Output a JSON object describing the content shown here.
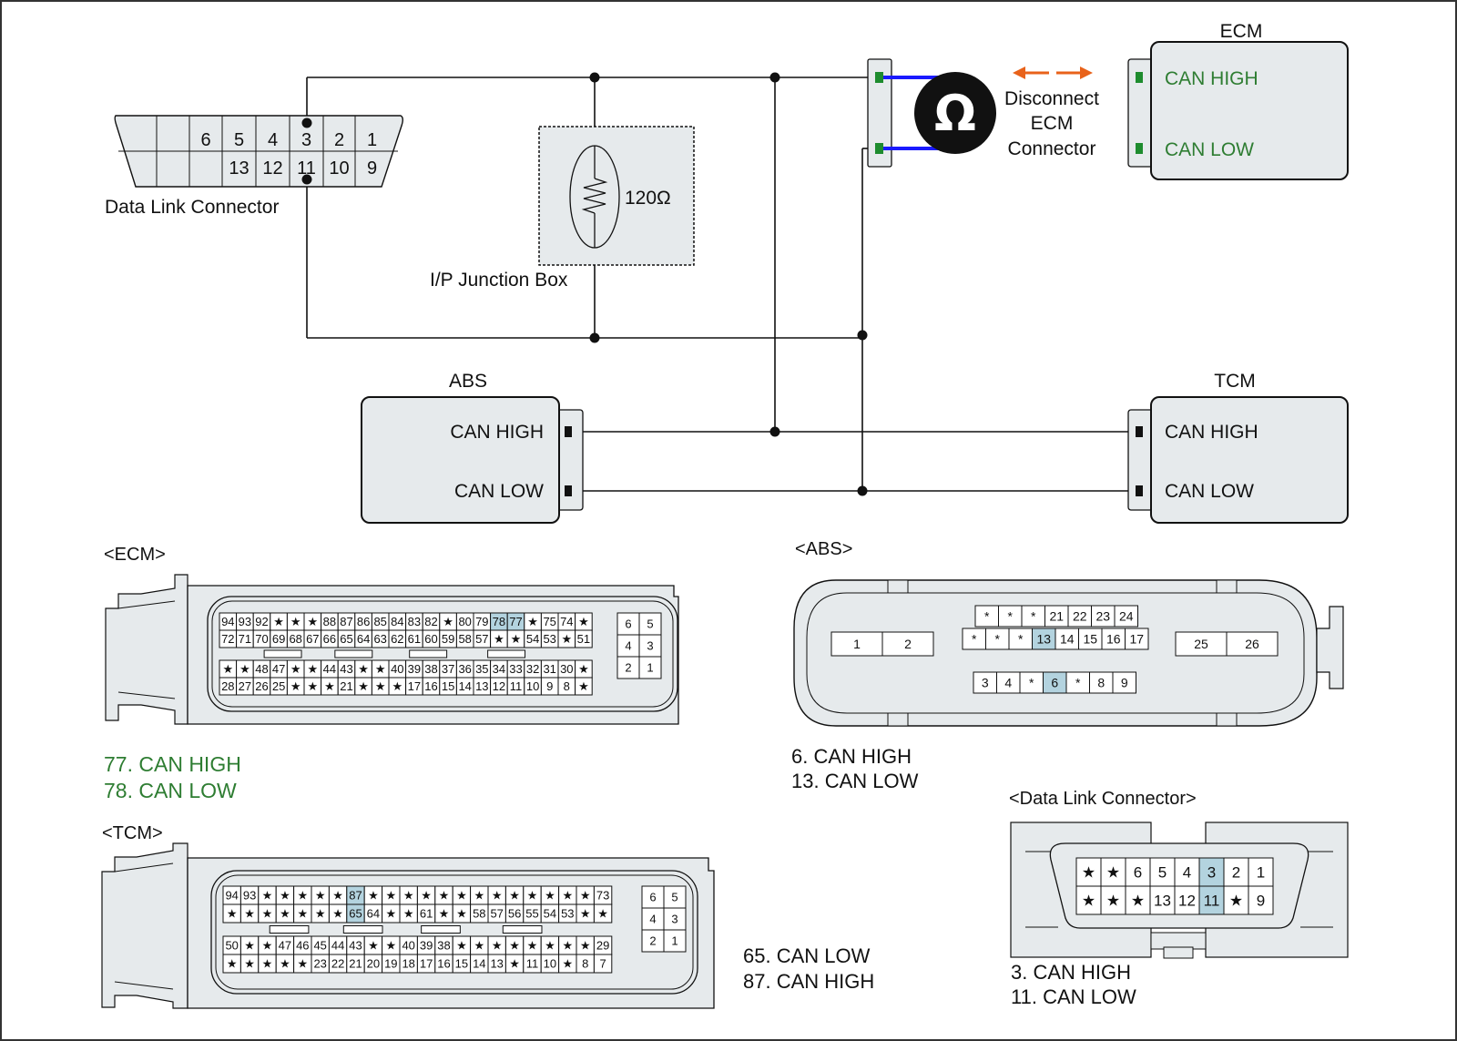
{
  "colors": {
    "component_fill": "#e6eaec",
    "connector_fill": "#e6eaec",
    "highlight_pin": "#b3d3df",
    "ecm_text_green": "#2e7d32",
    "wire_blue": "#1a1aff",
    "arrow_orange": "#e8621a",
    "terminal_green": "#1e8c2e",
    "wire": "#111111"
  },
  "schematic": {
    "dlc": {
      "label": "Data Link Connector",
      "top_pins": [
        "",
        "",
        "6",
        "5",
        "4",
        "3",
        "2",
        "1"
      ],
      "bottom_pins": [
        "",
        "",
        "",
        "13",
        "12",
        "11",
        "10",
        "9"
      ]
    },
    "junction_box": {
      "label": "I/P Junction Box",
      "resistor": "120Ω"
    },
    "ecm": {
      "title": "ECM",
      "can_high": "CAN HIGH",
      "can_low": "CAN LOW"
    },
    "meter": {
      "symbol": "Ω",
      "note": [
        "Disconnect",
        "ECM",
        "Connector"
      ]
    },
    "abs": {
      "title": "ABS",
      "can_high": "CAN HIGH",
      "can_low": "CAN LOW"
    },
    "tcm": {
      "title": "TCM",
      "can_high": "CAN HIGH",
      "can_low": "CAN LOW"
    }
  },
  "connectors": {
    "ecm": {
      "title": "<ECM>",
      "rows": [
        [
          "94",
          "93",
          "92",
          "★",
          "★",
          "★",
          "88",
          "87",
          "86",
          "85",
          "84",
          "83",
          "82",
          "★",
          "80",
          "79",
          "78",
          "77",
          "★",
          "75",
          "74",
          "★"
        ],
        [
          "72",
          "71",
          "70",
          "69",
          "68",
          "67",
          "66",
          "65",
          "64",
          "63",
          "62",
          "61",
          "60",
          "59",
          "58",
          "57",
          "★",
          "★",
          "54",
          "53",
          "★",
          "51"
        ],
        [
          "★",
          "★",
          "48",
          "47",
          "★",
          "★",
          "44",
          "43",
          "★",
          "★",
          "40",
          "39",
          "38",
          "37",
          "36",
          "35",
          "34",
          "33",
          "32",
          "31",
          "30",
          "★"
        ],
        [
          "28",
          "27",
          "26",
          "25",
          "★",
          "★",
          "★",
          "21",
          "★",
          "★",
          "★",
          "17",
          "16",
          "15",
          "14",
          "13",
          "12",
          "11",
          "10",
          "9",
          "8",
          "★"
        ]
      ],
      "highlight": [
        "78",
        "77"
      ],
      "side_pins": [
        [
          "6",
          "5"
        ],
        [
          "4",
          "3"
        ],
        [
          "2",
          "1"
        ]
      ],
      "legend": [
        "77. CAN HIGH",
        "78. CAN LOW"
      ]
    },
    "tcm": {
      "title": "<TCM>",
      "rows": [
        [
          "94",
          "93",
          "★",
          "★",
          "★",
          "★",
          "★",
          "87",
          "★",
          "★",
          "★",
          "★",
          "★",
          "★",
          "★",
          "★",
          "★",
          "★",
          "★",
          "★",
          "★",
          "73"
        ],
        [
          "★",
          "★",
          "★",
          "★",
          "★",
          "★",
          "★",
          "65",
          "64",
          "★",
          "★",
          "61",
          "★",
          "★",
          "58",
          "57",
          "56",
          "55",
          "54",
          "53",
          "★",
          "★"
        ],
        [
          "50",
          "★",
          "★",
          "47",
          "46",
          "45",
          "44",
          "43",
          "★",
          "★",
          "40",
          "39",
          "38",
          "★",
          "★",
          "★",
          "★",
          "★",
          "★",
          "★",
          "★",
          "29"
        ],
        [
          "★",
          "★",
          "★",
          "★",
          "★",
          "23",
          "22",
          "21",
          "20",
          "19",
          "18",
          "17",
          "16",
          "15",
          "14",
          "13",
          "★",
          "11",
          "10",
          "★",
          "8",
          "7"
        ]
      ],
      "highlight": [
        "87",
        "65"
      ],
      "side_pins": [
        [
          "6",
          "5"
        ],
        [
          "4",
          "3"
        ],
        [
          "2",
          "1"
        ]
      ],
      "legend": [
        "65. CAN LOW",
        "87. CAN HIGH"
      ]
    },
    "abs": {
      "title": "<ABS>",
      "left_pins": [
        "1",
        "2"
      ],
      "top_row": [
        "*",
        "*",
        "*",
        "21",
        "22",
        "23",
        "24"
      ],
      "mid_row": [
        "*",
        "*",
        "*",
        "13",
        "14",
        "15",
        "16",
        "17"
      ],
      "bottom_row": [
        "3",
        "4",
        "*",
        "6",
        "*",
        "8",
        "9"
      ],
      "right_pins": [
        "25",
        "26"
      ],
      "highlight": [
        "13",
        "6"
      ],
      "legend": [
        "6. CAN HIGH",
        "13. CAN LOW"
      ]
    },
    "dlc": {
      "title": "<Data Link Connector>",
      "top_row": [
        "★",
        "★",
        "6",
        "5",
        "4",
        "3",
        "2",
        "1"
      ],
      "bottom_row": [
        "★",
        "★",
        "★",
        "13",
        "12",
        "11",
        "★",
        "9"
      ],
      "highlight": [
        "3",
        "11"
      ],
      "legend": [
        "3. CAN HIGH",
        "11. CAN LOW"
      ]
    }
  }
}
